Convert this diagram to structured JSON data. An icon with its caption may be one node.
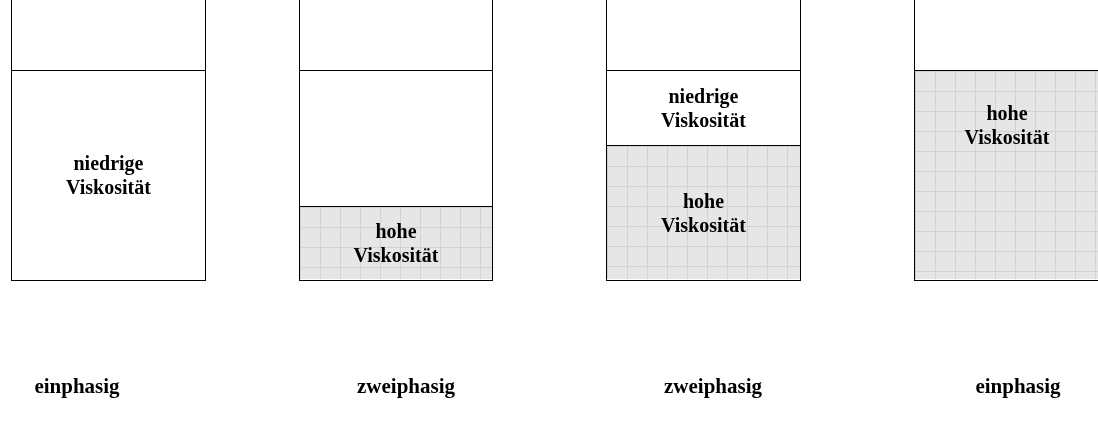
{
  "diagram": {
    "nodes": [
      {
        "text": [
          "niedrige Viskosität"
        ]
      },
      {
        "text": [],
        "shape": "box"
      },
      {
        "text": [
          "hohe Viskosität"
        ]
      },
      {
        "text": [
          "niedrige Viskosität"
        ]
      },
      {
        "text": [
          "hohe Viskosität"
        ]
      },
      {
        "text": [
          "hohe Viskosität"
        ]
      }
    ],
    "labels": [
      "einphasig",
      "zweiphasig",
      "zweiphasig",
      "einphasig"
    ]
  }
}
